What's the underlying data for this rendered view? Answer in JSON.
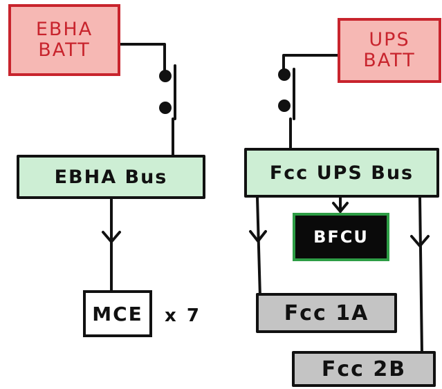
{
  "ebha_batt": {
    "line1": "EBHA",
    "line2": "BATT"
  },
  "ups_batt": {
    "line1": "UPS",
    "line2": "BATT"
  },
  "ebha_bus": {
    "label": "EBHA Bus"
  },
  "fcc_ups_bus": {
    "label": "Fcc UPS Bus"
  },
  "bfcu": {
    "label": "BFCU"
  },
  "mce": {
    "label": "MCE",
    "multiplier": "x 7"
  },
  "fcc_1a": {
    "label": "Fcc 1A"
  },
  "fcc_2b": {
    "label": "Fcc 2B"
  },
  "colors": {
    "battery_fill": "#f6b8b4",
    "battery_border": "#c8242d",
    "bus_fill": "#cdeed4",
    "fcc_fill": "#c4c4c4",
    "bfcu_fill": "#0a0a0a",
    "bfcu_border": "#2d9d45",
    "line": "#111111"
  }
}
